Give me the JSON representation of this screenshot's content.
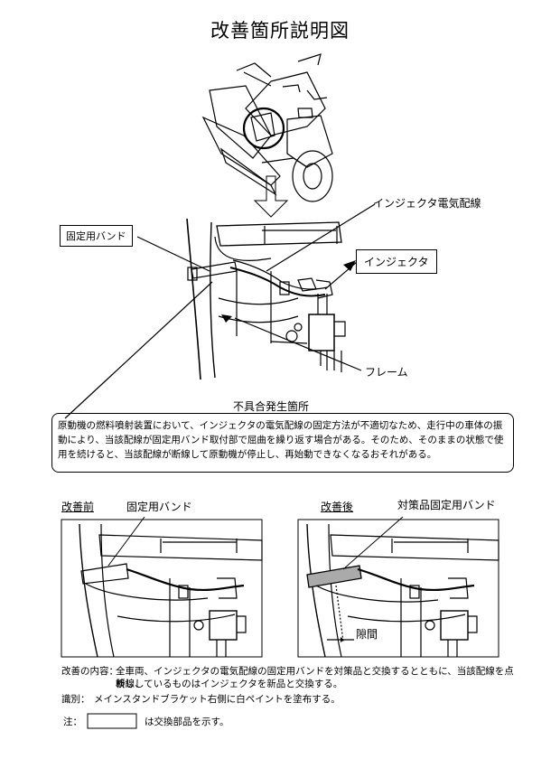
{
  "title": "改善箇所説明図",
  "labels": {
    "fixing_band": "固定用バンド",
    "injector_wiring": "インジェクタ電気配線",
    "injector": "インジェクタ",
    "frame": "フレーム",
    "defect_location": "不具合発生箇所"
  },
  "description": "原動機の燃料噴射装置において、インジェクタの電気配線の固定方法が不適切なため、走行中の車体の振動により、当該配線が固定用バンド取付部で屈曲を繰り返す場合がある。そのため、そのままの状態で使用を続けると、当該配線が断線して原動機が停止し、再始動できなくなるおそれがある。",
  "before": {
    "heading": "改善前",
    "band_label": "固定用バンド"
  },
  "after": {
    "heading": "改善後",
    "band_label": "対策品固定用バンド",
    "gap_label": "隙間"
  },
  "improvement": {
    "label": "改善の内容：",
    "line1": "全車両、インジェクタの電気配線の固定用バンドを対策品と交換するとともに、当該配線を点検し、",
    "line2": "断線しているものはインジェクタを新品と交換する。"
  },
  "identification": {
    "label": "識別：",
    "text": "メインスタンドブラケット右側に白ペイントを塗布する。"
  },
  "note": {
    "label": "注：",
    "text": "は交換部品を示す。"
  }
}
